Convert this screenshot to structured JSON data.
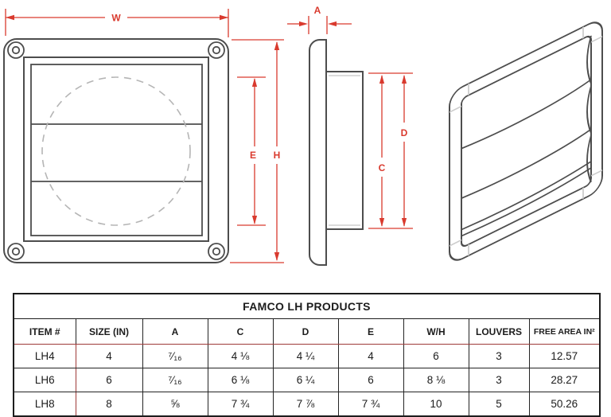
{
  "palette": {
    "drawing_line": "#4d4d4d",
    "light_line": "#cccccc",
    "dashed_circle": "#b5b5b5",
    "dimension_red": "#d93a2e",
    "table_red_border": "#9e3a38",
    "table_black_border": "#1d1d1d"
  },
  "drawing": {
    "front": {
      "w": "W",
      "h": "H",
      "e": "E"
    },
    "side": {
      "a": "A",
      "c": "C",
      "d": "D"
    }
  },
  "table": {
    "title": "FAMCO LH PRODUCTS",
    "columns": [
      "ITEM #",
      "SIZE (IN)",
      "A",
      "C",
      "D",
      "E",
      "W/H",
      "LOUVERS",
      "FREE AREA IN²"
    ],
    "rows": [
      [
        "LH4",
        "4",
        "⁷⁄₁₆",
        "4 ⅛",
        "4 ¼",
        "4",
        "6",
        "3",
        "12.57"
      ],
      [
        "LH6",
        "6",
        "⁷⁄₁₆",
        "6 ⅛",
        "6 ¼",
        "6",
        "8 ⅛",
        "3",
        "28.27"
      ],
      [
        "LH8",
        "8",
        "⅝",
        "7 ¾",
        "7 ⅞",
        "7 ¾",
        "10",
        "5",
        "50.26"
      ]
    ]
  }
}
